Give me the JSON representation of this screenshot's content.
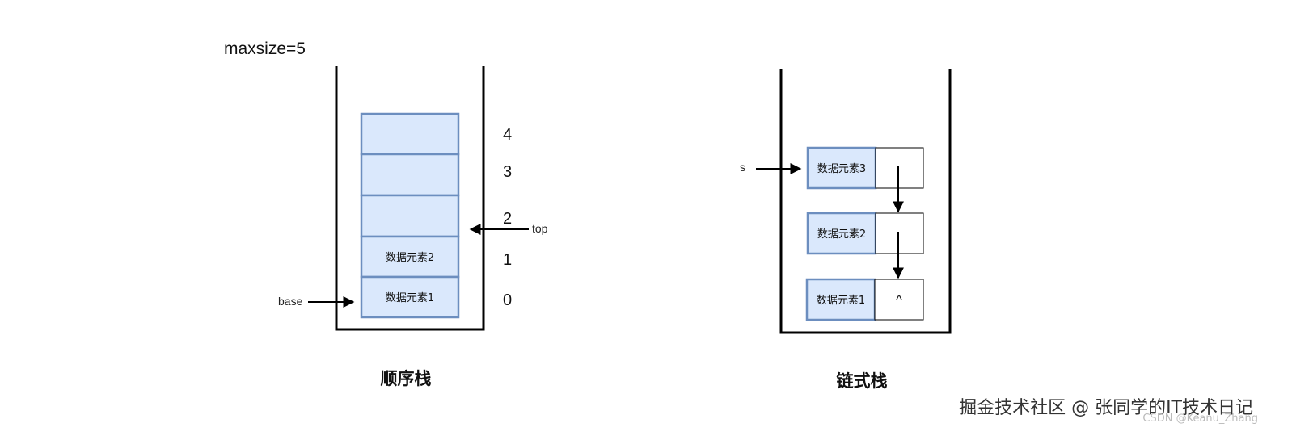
{
  "sequential_stack": {
    "maxsize_label": "maxsize=5",
    "slots": [
      {
        "index": "0",
        "content": "数据元素1"
      },
      {
        "index": "1",
        "content": "数据元素2"
      },
      {
        "index": "2",
        "content": ""
      },
      {
        "index": "3",
        "content": ""
      },
      {
        "index": "4",
        "content": ""
      }
    ],
    "base_label": "base",
    "top_label": "top",
    "caption": "顺序栈"
  },
  "linked_stack": {
    "pointer_label": "s",
    "nodes": [
      {
        "content": "数据元素3",
        "next": ""
      },
      {
        "content": "数据元素2",
        "next": ""
      },
      {
        "content": "数据元素1",
        "next": "^"
      }
    ],
    "caption": "链式栈"
  },
  "watermark": {
    "main": "掘金技术社区 @ 张同学的IT技术日记",
    "sub": "CSDN @Keanu_Zhang"
  },
  "colors": {
    "cell_fill": "#dae8fc",
    "cell_stroke": "#6c8ebf"
  }
}
